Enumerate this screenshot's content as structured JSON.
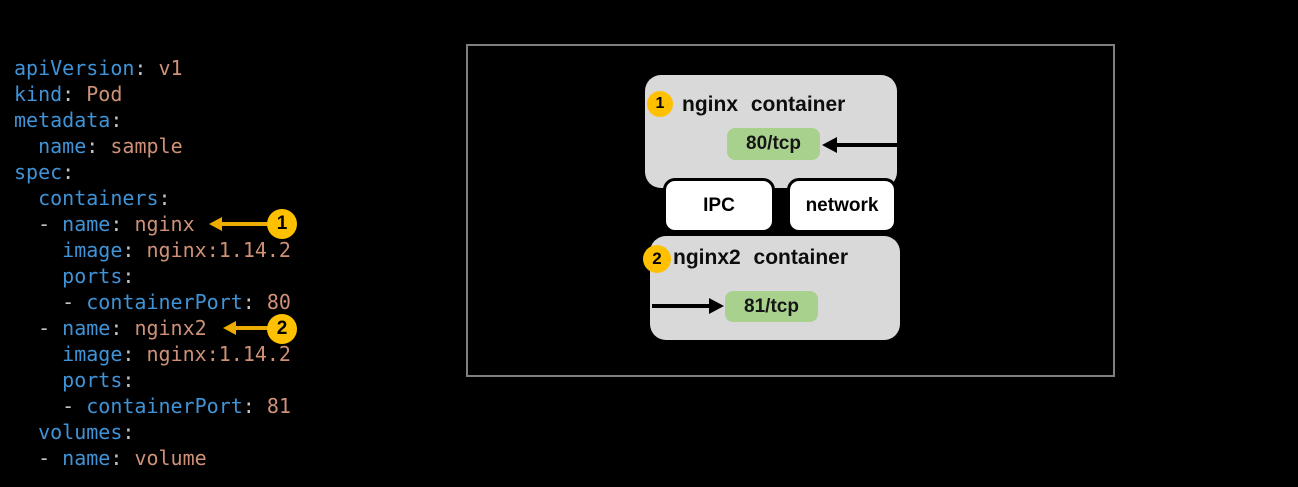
{
  "yaml": {
    "lines": [
      {
        "tokens": [
          {
            "t": "apiVersion",
            "c": "key"
          },
          {
            "t": ": ",
            "c": "punct"
          },
          {
            "t": "v1",
            "c": "val"
          }
        ]
      },
      {
        "tokens": [
          {
            "t": "kind",
            "c": "key"
          },
          {
            "t": ": ",
            "c": "punct"
          },
          {
            "t": "Pod",
            "c": "val"
          }
        ]
      },
      {
        "tokens": [
          {
            "t": "metadata",
            "c": "key"
          },
          {
            "t": ":",
            "c": "punct"
          }
        ]
      },
      {
        "tokens": [
          {
            "t": "  ",
            "c": "punct"
          },
          {
            "t": "name",
            "c": "key"
          },
          {
            "t": ": ",
            "c": "punct"
          },
          {
            "t": "sample",
            "c": "val"
          }
        ]
      },
      {
        "tokens": [
          {
            "t": "spec",
            "c": "key"
          },
          {
            "t": ":",
            "c": "punct"
          }
        ]
      },
      {
        "tokens": [
          {
            "t": "  ",
            "c": "punct"
          },
          {
            "t": "containers",
            "c": "key"
          },
          {
            "t": ":",
            "c": "punct"
          }
        ]
      },
      {
        "tokens": [
          {
            "t": "  - ",
            "c": "punct"
          },
          {
            "t": "name",
            "c": "key"
          },
          {
            "t": ": ",
            "c": "punct"
          },
          {
            "t": "nginx",
            "c": "val"
          }
        ]
      },
      {
        "tokens": [
          {
            "t": "    ",
            "c": "punct"
          },
          {
            "t": "image",
            "c": "key"
          },
          {
            "t": ": ",
            "c": "punct"
          },
          {
            "t": "nginx:1.14.2",
            "c": "val"
          }
        ]
      },
      {
        "tokens": [
          {
            "t": "    ",
            "c": "punct"
          },
          {
            "t": "ports",
            "c": "key"
          },
          {
            "t": ":",
            "c": "punct"
          }
        ]
      },
      {
        "tokens": [
          {
            "t": "    - ",
            "c": "punct"
          },
          {
            "t": "containerPort",
            "c": "key"
          },
          {
            "t": ": ",
            "c": "punct"
          },
          {
            "t": "80",
            "c": "val"
          }
        ]
      },
      {
        "tokens": [
          {
            "t": "  - ",
            "c": "punct"
          },
          {
            "t": "name",
            "c": "key"
          },
          {
            "t": ": ",
            "c": "punct"
          },
          {
            "t": "nginx2",
            "c": "val"
          }
        ]
      },
      {
        "tokens": [
          {
            "t": "    ",
            "c": "punct"
          },
          {
            "t": "image",
            "c": "key"
          },
          {
            "t": ": ",
            "c": "punct"
          },
          {
            "t": "nginx:1.14.2",
            "c": "val"
          }
        ]
      },
      {
        "tokens": [
          {
            "t": "    ",
            "c": "punct"
          },
          {
            "t": "ports",
            "c": "key"
          },
          {
            "t": ":",
            "c": "punct"
          }
        ]
      },
      {
        "tokens": [
          {
            "t": "    - ",
            "c": "punct"
          },
          {
            "t": "containerPort",
            "c": "key"
          },
          {
            "t": ": ",
            "c": "punct"
          },
          {
            "t": "81",
            "c": "val"
          }
        ]
      },
      {
        "tokens": [
          {
            "t": "  ",
            "c": "punct"
          },
          {
            "t": "volumes",
            "c": "key"
          },
          {
            "t": ":",
            "c": "punct"
          }
        ]
      },
      {
        "tokens": [
          {
            "t": "  - ",
            "c": "punct"
          },
          {
            "t": "name",
            "c": "key"
          },
          {
            "t": ": ",
            "c": "punct"
          },
          {
            "t": "volume",
            "c": "val"
          }
        ]
      }
    ]
  },
  "callouts": {
    "marker_1": "1",
    "marker_2": "2"
  },
  "diagram": {
    "containers": [
      {
        "marker": "1",
        "title": "nginx container",
        "port": "80/tcp"
      },
      {
        "marker": "2",
        "title": "nginx2 container",
        "port": "81/tcp"
      }
    ],
    "ipc_label": "IPC",
    "network_label": "network"
  },
  "colors": {
    "background": "#000000",
    "yaml_key_blue": "#4093d6",
    "yaml_value_salmon": "#ce9178",
    "yaml_punct_gray": "#c2c2c2",
    "callout_gold": "#ffc000",
    "container_gray": "#d9d9d9",
    "port_green": "#a9d18e",
    "frame_border_gray": "#7f7f7f",
    "arrow_black": "#000000"
  }
}
